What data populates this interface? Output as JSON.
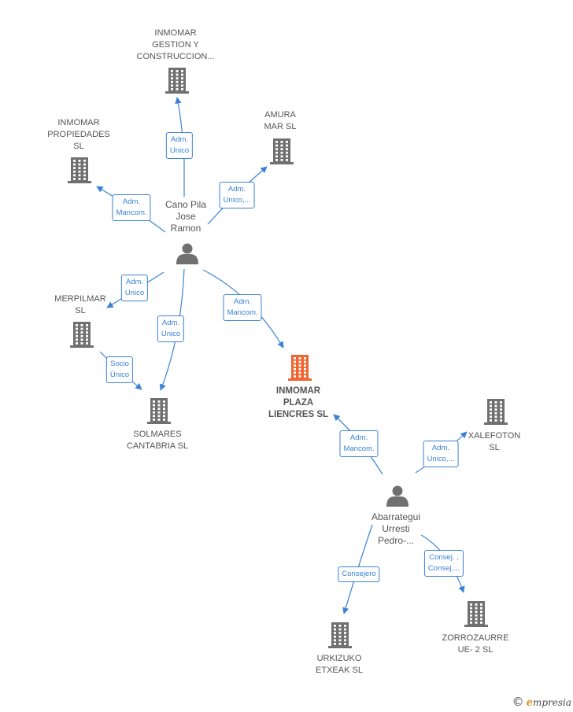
{
  "colors": {
    "edge": "#3b82d6",
    "node": "#707070",
    "focus": "#f06432",
    "label": "#555555"
  },
  "nodes": [
    {
      "id": "gestion",
      "kind": "company",
      "lines": [
        "INMOMAR",
        "GESTION Y",
        "CONSTRUCCION..."
      ]
    },
    {
      "id": "propiedades",
      "kind": "company",
      "lines": [
        "INMOMAR",
        "PROPIEDADES",
        "SL"
      ]
    },
    {
      "id": "amura",
      "kind": "company",
      "lines": [
        "AMURA",
        "MAR SL"
      ]
    },
    {
      "id": "cano",
      "kind": "person",
      "lines": [
        "Cano Pila",
        "Jose",
        "Ramon"
      ]
    },
    {
      "id": "merpilmar",
      "kind": "company",
      "lines": [
        "MERPILMAR",
        "SL"
      ]
    },
    {
      "id": "focus",
      "kind": "focus",
      "lines": [
        "INMOMAR",
        "PLAZA",
        "LIENCRES  SL"
      ]
    },
    {
      "id": "solmares",
      "kind": "company",
      "lines": [
        "SOLMARES",
        "CANTABRIA  SL"
      ]
    },
    {
      "id": "xalefoton",
      "kind": "company",
      "lines": [
        "XALEFOTON",
        "SL"
      ]
    },
    {
      "id": "abarrategui",
      "kind": "person",
      "lines": [
        "Abarrategui",
        "Urresti",
        "Pedro-..."
      ]
    },
    {
      "id": "urkizuko",
      "kind": "company",
      "lines": [
        "URKIZUKO",
        "ETXEAK  SL"
      ]
    },
    {
      "id": "zorrozaurre",
      "kind": "company",
      "lines": [
        "ZORROZAURRE",
        "UE- 2  SL"
      ]
    }
  ],
  "edges": [
    {
      "from": "cano",
      "to": "gestion",
      "lines": [
        "Adm.",
        "Unico"
      ]
    },
    {
      "from": "cano",
      "to": "propiedades",
      "lines": [
        "Adm.",
        "Mancom."
      ]
    },
    {
      "from": "cano",
      "to": "amura",
      "lines": [
        "Adm.",
        "Unico,..."
      ]
    },
    {
      "from": "cano",
      "to": "merpilmar",
      "lines": [
        "Adm.",
        "Unico"
      ]
    },
    {
      "from": "cano",
      "to": "solmares",
      "lines": [
        "Adm.",
        "Unico"
      ]
    },
    {
      "from": "cano",
      "to": "focus",
      "lines": [
        "Adm.",
        "Mancom."
      ]
    },
    {
      "from": "merpilmar",
      "to": "solmares",
      "lines": [
        "Socio",
        "Único"
      ]
    },
    {
      "from": "abarrategui",
      "to": "focus",
      "lines": [
        "Adm.",
        "Mancom."
      ]
    },
    {
      "from": "abarrategui",
      "to": "xalefoton",
      "lines": [
        "Adm.",
        "Unico,..."
      ]
    },
    {
      "from": "abarrategui",
      "to": "urkizuko",
      "lines": [
        "Consejero"
      ]
    },
    {
      "from": "abarrategui",
      "to": "zorrozaurre",
      "lines": [
        "Consej. ,",
        "Consej...."
      ]
    }
  ],
  "brand": {
    "copyright": "©",
    "initial": "e",
    "rest": "mpresia"
  }
}
